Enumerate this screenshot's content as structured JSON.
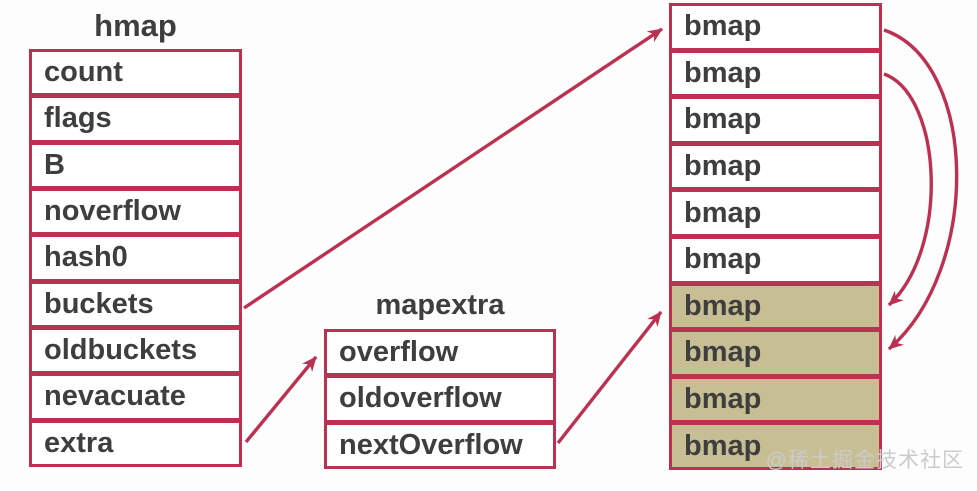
{
  "hmap": {
    "title": "hmap",
    "fields": [
      "count",
      "flags",
      "B",
      "noverflow",
      "hash0",
      "buckets",
      "oldbuckets",
      "nevacuate",
      "extra"
    ]
  },
  "mapextra": {
    "title": "mapextra",
    "fields": [
      "overflow",
      "oldoverflow",
      "nextOverflow"
    ]
  },
  "bmap": {
    "cells": [
      {
        "label": "bmap",
        "highlighted": false
      },
      {
        "label": "bmap",
        "highlighted": false
      },
      {
        "label": "bmap",
        "highlighted": false
      },
      {
        "label": "bmap",
        "highlighted": false
      },
      {
        "label": "bmap",
        "highlighted": false
      },
      {
        "label": "bmap",
        "highlighted": false
      },
      {
        "label": "bmap",
        "highlighted": true
      },
      {
        "label": "bmap",
        "highlighted": true
      },
      {
        "label": "bmap",
        "highlighted": true
      },
      {
        "label": "bmap",
        "highlighted": true
      }
    ]
  },
  "arrows": [
    {
      "from": "hmap.buckets",
      "to": "bmap.0",
      "style": "straight"
    },
    {
      "from": "hmap.extra",
      "to": "mapextra.overflow",
      "style": "straight"
    },
    {
      "from": "mapextra.nextOverflow",
      "to": "bmap.6",
      "style": "straight"
    },
    {
      "from": "bmap.0",
      "to": "bmap.7",
      "style": "curved-right"
    },
    {
      "from": "bmap.1",
      "to": "bmap.6",
      "style": "curved-right"
    }
  ],
  "colors": {
    "accent": "#bc3151",
    "highlight_fill": "#c8be93",
    "text": "#3e3e3e",
    "watermark": "#cbcbcb"
  },
  "watermark": "@稀土掘金技术社区"
}
